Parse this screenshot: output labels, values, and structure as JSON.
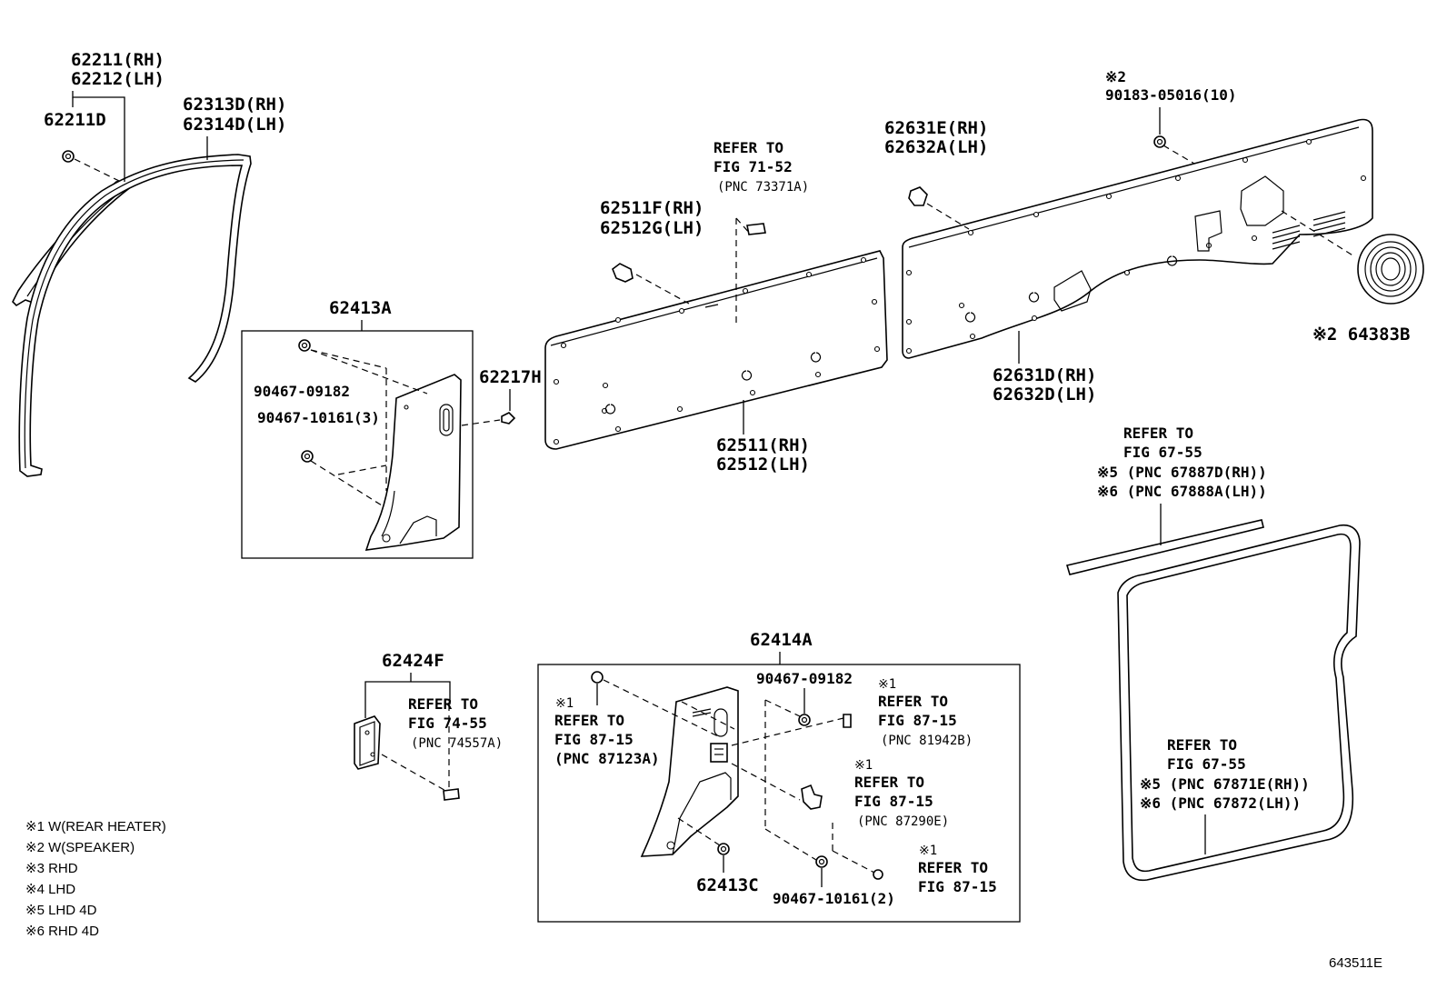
{
  "labels": {
    "p62211": "62211(RH)",
    "p62212": "62212(LH)",
    "p62211d": "62211D",
    "p62313d": "62313D(RH)",
    "p62314d": "62314D(LH)",
    "p62413a": "62413A",
    "p90467_09182_a": "90467-09182",
    "p90467_10161_3": "90467-10161(3)",
    "p62217h": "62217H",
    "p62511f": "62511F(RH)",
    "p62512g": "62512G(LH)",
    "p62511": "62511(RH)",
    "p62512": "62512(LH)",
    "p62631e": "62631E(RH)",
    "p62632a": "62632A(LH)",
    "p62631d": "62631D(RH)",
    "p62632d": "62632D(LH)",
    "p64383b": "※2 64383B",
    "note2_top": "※2",
    "p90183": "90183-05016(10)",
    "p62424f": "62424F",
    "p62414a": "62414A",
    "p90467_09182_b": "90467-09182",
    "p62413c": "62413C",
    "p90467_10161_2": "90467-10161(2)",
    "diagram_id": "643511E"
  },
  "refs": {
    "r71_52": [
      "REFER TO",
      "FIG 71-52",
      "(PNC 73371A)"
    ],
    "r67_55_top": [
      "REFER TO",
      "FIG 67-55",
      "※5 (PNC 67887D(RH))",
      "※6 (PNC 67888A(LH))"
    ],
    "r67_55_bot": [
      "REFER TO",
      "FIG 67-55",
      "※5 (PNC 67871E(RH))",
      "※6 (PNC 67872(LH))"
    ],
    "r74_55": [
      "REFER TO",
      "FIG 74-55",
      "(PNC 74557A)"
    ],
    "r87_15_a": [
      "※1",
      "REFER TO",
      "FIG 87-15",
      "(PNC 87123A)"
    ],
    "r87_15_b": [
      "※1",
      "REFER TO",
      "FIG 87-15",
      "(PNC 81942B)"
    ],
    "r87_15_c": [
      "※1",
      "REFER TO",
      "FIG 87-15",
      "(PNC 87290E)"
    ],
    "r87_15_d": [
      "※1",
      "REFER TO",
      "FIG 87-15"
    ]
  },
  "legend": [
    "※1 W(REAR HEATER)",
    "※2 W(SPEAKER)",
    "※3 RHD",
    "※4 LHD",
    "※5 LHD 4D",
    "※6 RHD 4D"
  ]
}
